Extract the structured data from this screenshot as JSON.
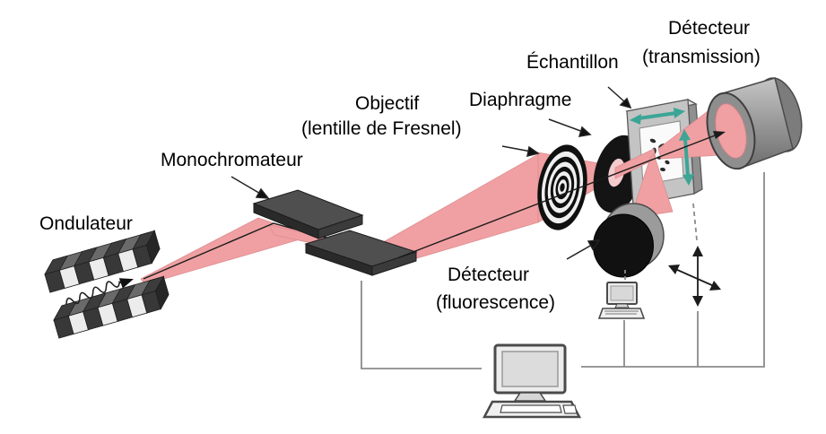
{
  "diagram": {
    "labels": {
      "ondulateur": "Ondulateur",
      "monochromateur": "Monochromateur",
      "objectif": "Objectif",
      "objectif_sub": "(lentille de Fresnel)",
      "diaphragme": "Diaphragme",
      "echantillon": "Échantillon",
      "detecteur_transmission": "Détecteur",
      "detecteur_transmission_sub": "(transmission)",
      "detecteur_fluorescence": "Détecteur",
      "detecteur_fluorescence_sub": "(fluorescence)"
    },
    "colors": {
      "background": "#ffffff",
      "label_text": "#000000",
      "beam_pink": "#f0a0a2",
      "beam_edge": "#dd8d90",
      "axis_dark": "#1c1c1c",
      "scan_teal": "#3ca596",
      "wire_gray": "#8b8b8b",
      "device_dark": "#2f2f2f",
      "device_gray": "#a8a8a8"
    }
  }
}
